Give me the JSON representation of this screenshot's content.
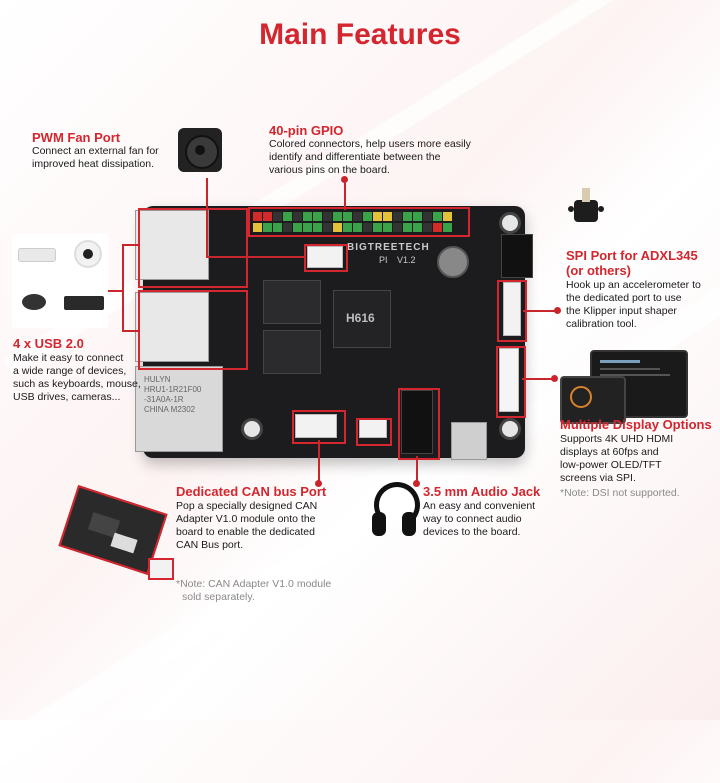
{
  "title": "Main Features",
  "pwm_fan": {
    "label": "PWM Fan Port",
    "desc_l1": "Connect an external fan for",
    "desc_l2": "improved heat dissipation."
  },
  "gpio": {
    "label": "40-pin GPIO",
    "desc_l1": "Colored connectors, help users more easily",
    "desc_l2": "identify and differentiate between the",
    "desc_l3": "various pins on the board."
  },
  "spi": {
    "label_l1": "SPI Port for ADXL345",
    "label_l2": "(or others)",
    "desc_l1": "Hook up an accelerometer to",
    "desc_l2": "the dedicated port to use",
    "desc_l3": "the Klipper input shaper",
    "desc_l4": "calibration tool."
  },
  "usb": {
    "label": "4 x USB 2.0",
    "desc_l1": "Make it easy to connect",
    "desc_l2": "a wide range of devices,",
    "desc_l3": "such as keyboards, mouse,",
    "desc_l4": "USB drives, cameras..."
  },
  "display": {
    "label": "Multiple Display Options",
    "desc_l1": "Supports 4K UHD HDMI",
    "desc_l2": "displays at 60fps and",
    "desc_l3": "low-power OLED/TFT",
    "desc_l4": "screens via SPI.",
    "note": "*Note: DSI not supported."
  },
  "can": {
    "label": "Dedicated CAN bus Port",
    "desc_l1": "Pop a specially designed CAN",
    "desc_l2": "Adapter V1.0 module onto the",
    "desc_l3": "board to enable the dedicated",
    "desc_l4": "CAN Bus port.",
    "note_l1": "*Note: CAN Adapter V1.0 module",
    "note_l2": "sold separately."
  },
  "audio": {
    "label": "3.5 mm Audio Jack",
    "desc_l1": "An easy and convenient",
    "desc_l2": "way to connect audio",
    "desc_l3": "devices to the board."
  },
  "board": {
    "brand": "BIGTREETECH",
    "model": "PI",
    "version": "V1.2",
    "soc": "H616",
    "ethernet_l1": "HULYN",
    "ethernet_l2": "HRU1-1R21F00",
    "ethernet_l3": "-31A0A-1R",
    "ethernet_l4": "CHINA M2302"
  },
  "colors": {
    "accent": "#d3262e",
    "board": "#1c1c1e"
  }
}
